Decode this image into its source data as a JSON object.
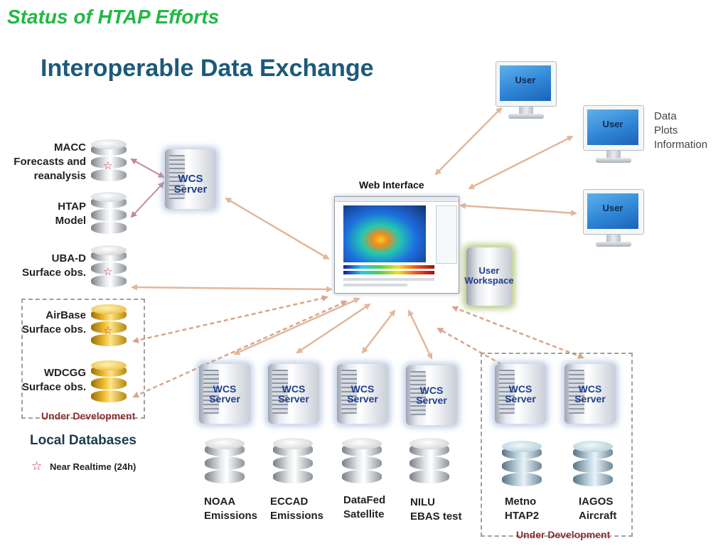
{
  "kicker": "Status of HTAP Efforts",
  "title": "Interoperable Data Exchange",
  "web_interface_label": "Web Interface",
  "user_workspace_label": "User\nWorkspace",
  "user_label": "User",
  "user_info_text": "Data\nPlots\nInformation",
  "wcs_label": "WCS\nServer",
  "local_dbs": [
    {
      "label": "MACC\nForecasts and\nreanalysis",
      "near_realtime": true
    },
    {
      "label": "HTAP\nModel",
      "near_realtime": false
    },
    {
      "label": "UBA-D\nSurface obs.",
      "near_realtime": true
    },
    {
      "label": "AirBase\nSurface obs.",
      "near_realtime": true
    },
    {
      "label": "WDCGG\nSurface obs.",
      "near_realtime": false
    }
  ],
  "bottom_dbs": [
    {
      "label": "NOAA\nEmissions"
    },
    {
      "label": "ECCAD\nEmissions"
    },
    {
      "label": "DataFed\nSatellite"
    },
    {
      "label": "NILU\nEBAS test"
    },
    {
      "label": "Metno\nHTAP2"
    },
    {
      "label": "IAGOS\nAircraft"
    }
  ],
  "under_development": "Under Development",
  "local_databases_heading": "Local Databases",
  "legend_text": "Near Realtime (24h)",
  "colors": {
    "kicker": "#22b845",
    "title": "#1c5a7a",
    "arrow_solid": "#e2b79a",
    "arrow_dashed": "#d9a58a",
    "under_dev": "#8b2e2e"
  }
}
